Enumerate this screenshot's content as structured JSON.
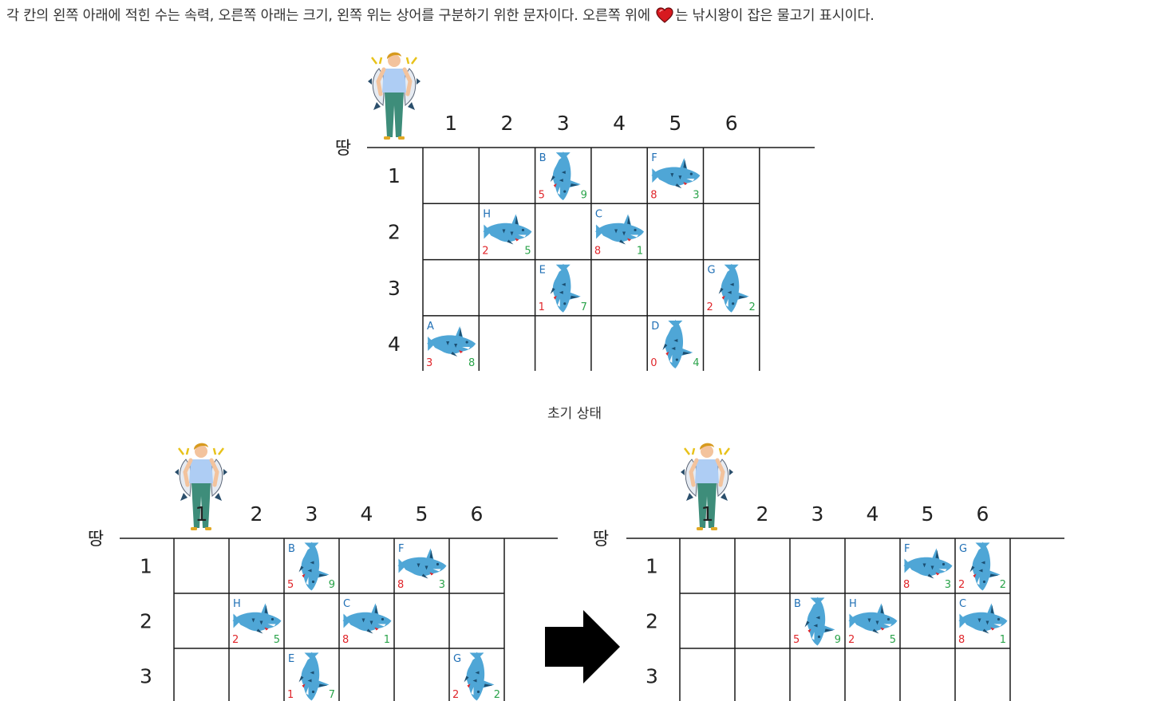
{
  "caption": {
    "before": "각 칸의 왼쪽 아래에 적힌 수는 속력, 오른쪽 아래는 크기, 왼쪽 위는 상어를 구분하기 위한 문자이다. 오른쪽 위에",
    "after": "는 낚시왕이 잡은 물고기 표시이다."
  },
  "state_label": "초기 상태",
  "land_label": "땅",
  "col_labels": [
    "1",
    "2",
    "3",
    "4",
    "5",
    "6"
  ],
  "colors": {
    "shark_body": "#4fa6d6",
    "shark_dark": "#1b4f72",
    "heart": "#d7191f",
    "speed": "#e0262b",
    "size": "#2aa34a",
    "name": "#1f6fb5"
  },
  "grids": [
    {
      "id": "initial",
      "row_labels": [
        "1",
        "2",
        "3",
        "4"
      ],
      "sharks": [
        {
          "name": "B",
          "row": 1,
          "col": 3,
          "speed": "5",
          "size": "9",
          "orient": "vertical"
        },
        {
          "name": "F",
          "row": 1,
          "col": 5,
          "speed": "8",
          "size": "3",
          "orient": "horizontal"
        },
        {
          "name": "H",
          "row": 2,
          "col": 2,
          "speed": "2",
          "size": "5",
          "orient": "horizontal"
        },
        {
          "name": "C",
          "row": 2,
          "col": 4,
          "speed": "8",
          "size": "1",
          "orient": "horizontal"
        },
        {
          "name": "E",
          "row": 3,
          "col": 3,
          "speed": "1",
          "size": "7",
          "orient": "vertical"
        },
        {
          "name": "G",
          "row": 3,
          "col": 6,
          "speed": "2",
          "size": "2",
          "orient": "vertical"
        },
        {
          "name": "A",
          "row": 4,
          "col": 1,
          "speed": "3",
          "size": "8",
          "orient": "horizontal"
        },
        {
          "name": "D",
          "row": 4,
          "col": 5,
          "speed": "0",
          "size": "4",
          "orient": "vertical"
        }
      ]
    },
    {
      "id": "before-move",
      "row_labels": [
        "1",
        "2",
        "3"
      ],
      "sharks": [
        {
          "name": "B",
          "row": 1,
          "col": 3,
          "speed": "5",
          "size": "9",
          "orient": "vertical"
        },
        {
          "name": "F",
          "row": 1,
          "col": 5,
          "speed": "8",
          "size": "3",
          "orient": "horizontal"
        },
        {
          "name": "H",
          "row": 2,
          "col": 2,
          "speed": "2",
          "size": "5",
          "orient": "horizontal"
        },
        {
          "name": "C",
          "row": 2,
          "col": 4,
          "speed": "8",
          "size": "1",
          "orient": "horizontal"
        },
        {
          "name": "E",
          "row": 3,
          "col": 3,
          "speed": "1",
          "size": "7",
          "orient": "vertical"
        },
        {
          "name": "G",
          "row": 3,
          "col": 6,
          "speed": "2",
          "size": "2",
          "orient": "vertical"
        }
      ]
    },
    {
      "id": "after-move",
      "row_labels": [
        "1",
        "2",
        "3"
      ],
      "sharks": [
        {
          "name": "F",
          "row": 1,
          "col": 5,
          "speed": "8",
          "size": "3",
          "orient": "horizontal"
        },
        {
          "name": "G",
          "row": 1,
          "col": 6,
          "speed": "2",
          "size": "2",
          "orient": "vertical"
        },
        {
          "name": "B",
          "row": 2,
          "col": 3,
          "speed": "5",
          "size": "9",
          "orient": "vertical"
        },
        {
          "name": "H",
          "row": 2,
          "col": 4,
          "speed": "2",
          "size": "5",
          "orient": "horizontal"
        },
        {
          "name": "C",
          "row": 2,
          "col": 6,
          "speed": "8",
          "size": "1",
          "orient": "horizontal"
        }
      ]
    }
  ]
}
